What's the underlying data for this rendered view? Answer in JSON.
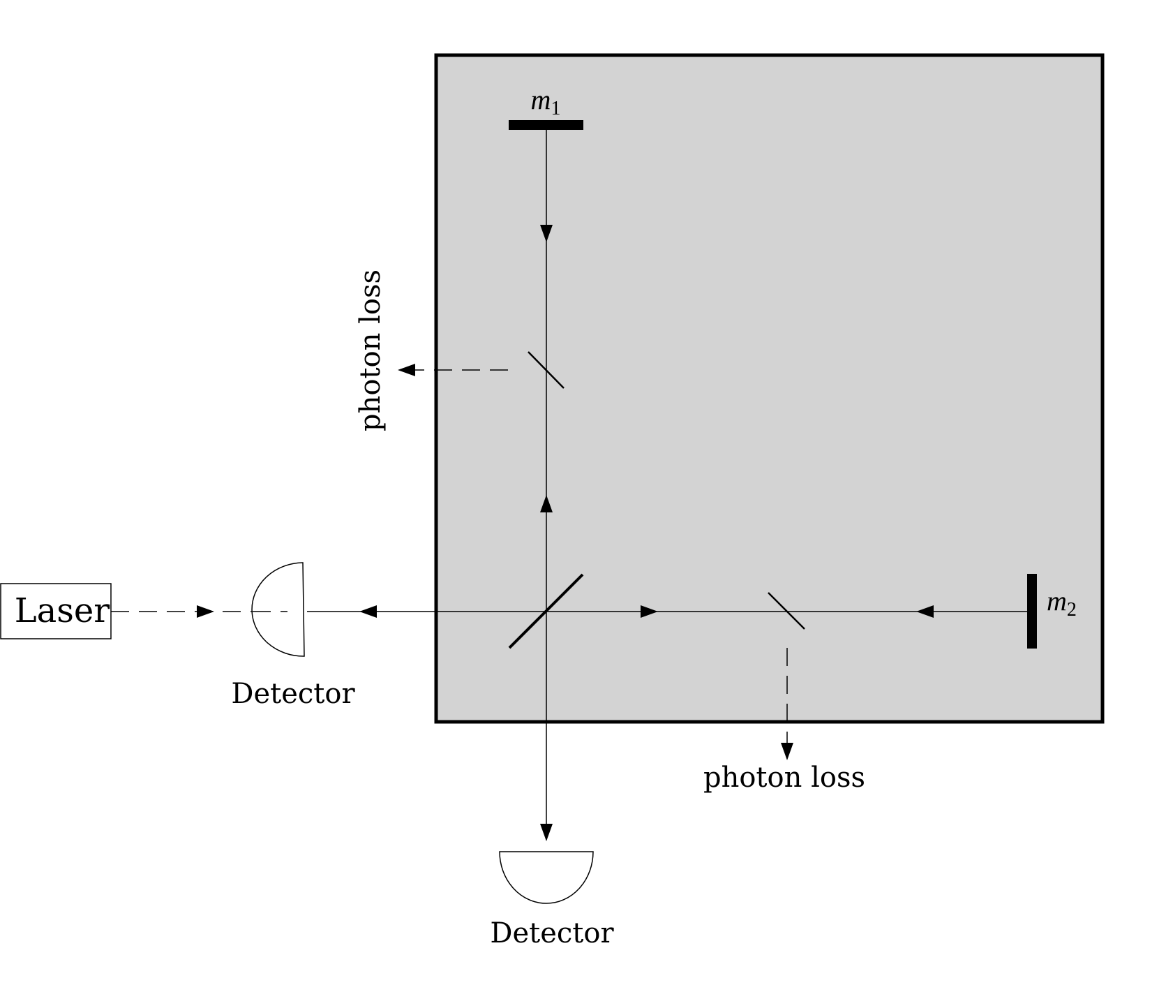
{
  "labels": {
    "laser": "Laser",
    "detector_left": "Detector",
    "detector_bottom": "Detector",
    "photon_loss_vertical": "photon loss",
    "photon_loss_bottom": "photon loss",
    "mirror1_base": "m",
    "mirror1_sub": "1",
    "mirror2_base": "m",
    "mirror2_sub": "2"
  },
  "colors": {
    "box_fill": "#d3d3d3",
    "stroke": "#000000",
    "background": "#ffffff"
  }
}
